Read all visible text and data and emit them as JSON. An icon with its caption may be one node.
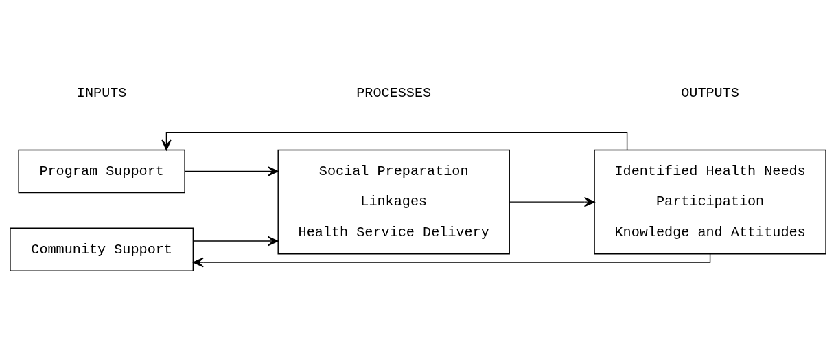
{
  "diagram": {
    "nodes": [
      {
        "text": [
          "Program Support"
        ]
      },
      {
        "text": [
          "Community Support"
        ]
      },
      {
        "text": [
          "Social Preparation",
          "Linkages",
          "Health Service Delivery"
        ]
      },
      {
        "text": [
          "Identified Health Needs",
          "Participation",
          "Knowledge and Attitudes"
        ]
      }
    ],
    "edges": [
      {
        "from": 0,
        "to": 2,
        "arrow": "to"
      },
      {
        "from": 1,
        "to": 2,
        "arrow": "to"
      },
      {
        "from": 2,
        "to": 3,
        "arrow": "to"
      },
      {
        "from": 3,
        "to": 0,
        "arrow": "to"
      },
      {
        "from": 3,
        "to": 1,
        "arrow": "to"
      }
    ],
    "labels": [
      "INPUTS",
      "PROCESSES",
      "OUTPUTS"
    ]
  }
}
